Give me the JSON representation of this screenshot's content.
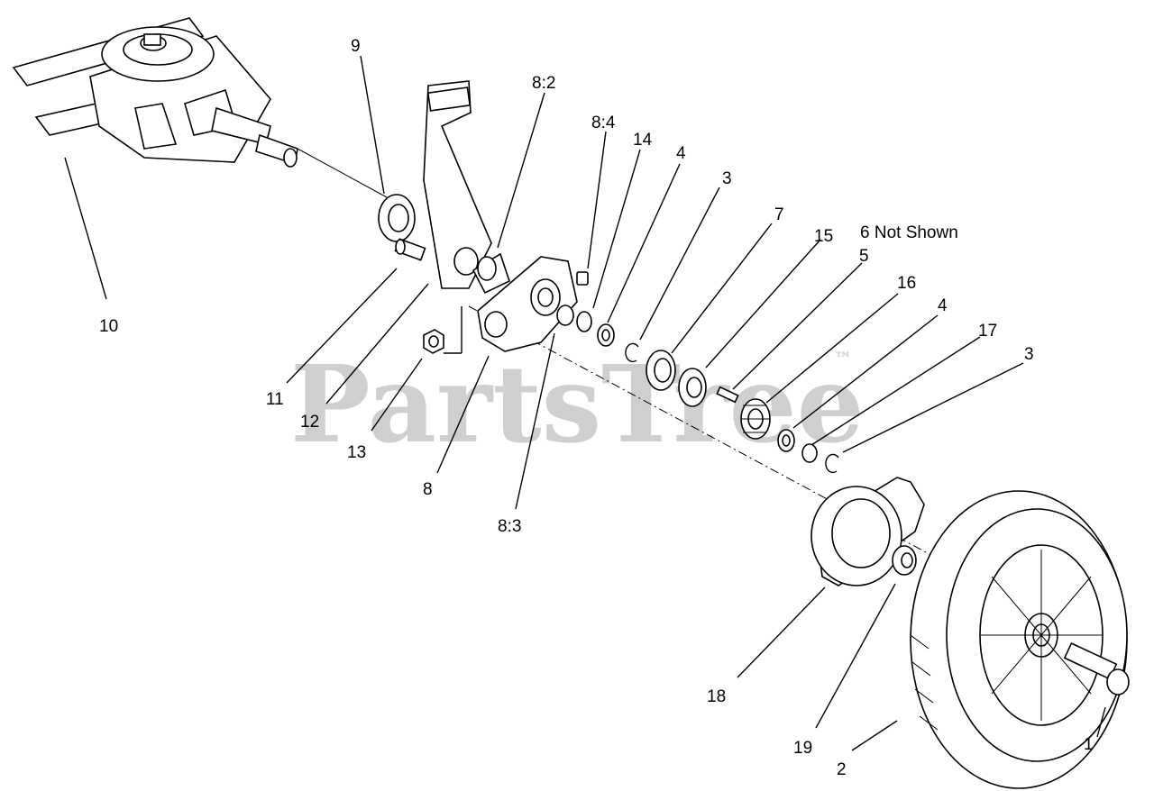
{
  "watermark": {
    "text": "PartsTree",
    "mark": "™"
  },
  "callouts": {
    "c1": "1",
    "c2": "2",
    "c3a": "3",
    "c3b": "3",
    "c4a": "4",
    "c4b": "4",
    "c5": "5",
    "c6": "6 Not Shown",
    "c7": "7",
    "c8": "8",
    "c8_2": "8:2",
    "c8_3": "8:3",
    "c8_4": "8:4",
    "c9": "9",
    "c10": "10",
    "c11": "11",
    "c12": "12",
    "c13": "13",
    "c14": "14",
    "c15": "15",
    "c16": "16",
    "c17": "17",
    "c18": "18",
    "c19": "19"
  }
}
